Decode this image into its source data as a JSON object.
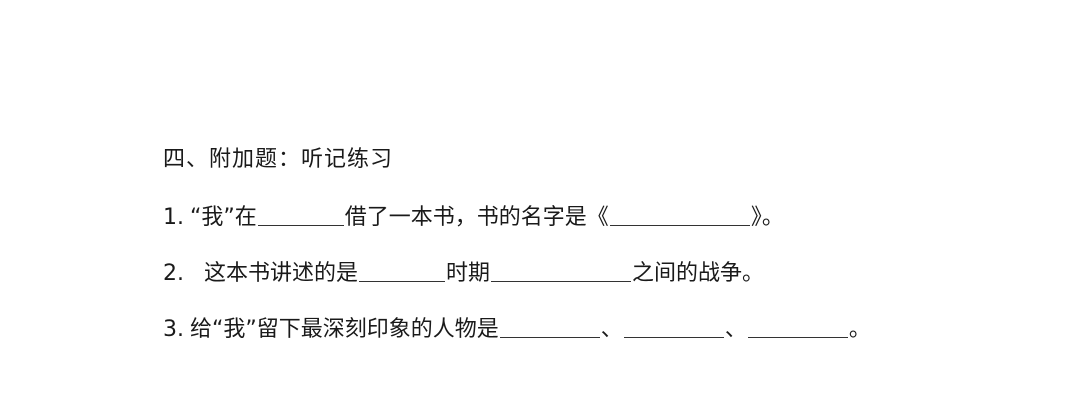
{
  "section": {
    "title": "四、附加题：听记练习"
  },
  "questions": [
    {
      "number": "1.",
      "parts": [
        "“我”在",
        "借了一本书，书的名字是《",
        "》。"
      ]
    },
    {
      "number": "2.",
      "parts": [
        "这本书讲述的是",
        "时期",
        "之间的战争。"
      ]
    },
    {
      "number": "3.",
      "parts": [
        "给“我”留下最深刻印象的人物是",
        "、",
        "、",
        "。"
      ]
    }
  ]
}
